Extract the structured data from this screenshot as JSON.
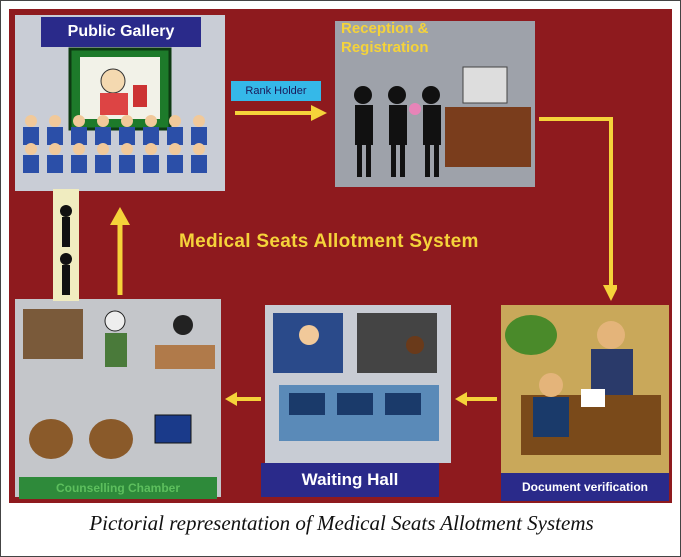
{
  "diagram": {
    "title": "Medical Seats Allotment System",
    "nodes": {
      "public_gallery": "Public Gallery",
      "reception": "Reception & Registration",
      "document_verification": "Document verification",
      "waiting_hall": "Waiting Hall",
      "counselling": "Counselling Chamber"
    },
    "edge_label_rank_holder": "Rank Holder",
    "caption": "Pictorial representation of Medical Seats Allotment Systems",
    "colors": {
      "background": "#8e1a1e",
      "arrow": "#f5d33a",
      "title": "#f5d33a",
      "label_navy": "#2a2a8a",
      "label_green": "#2e8a3a",
      "label_cyan": "#35b8e8"
    }
  }
}
